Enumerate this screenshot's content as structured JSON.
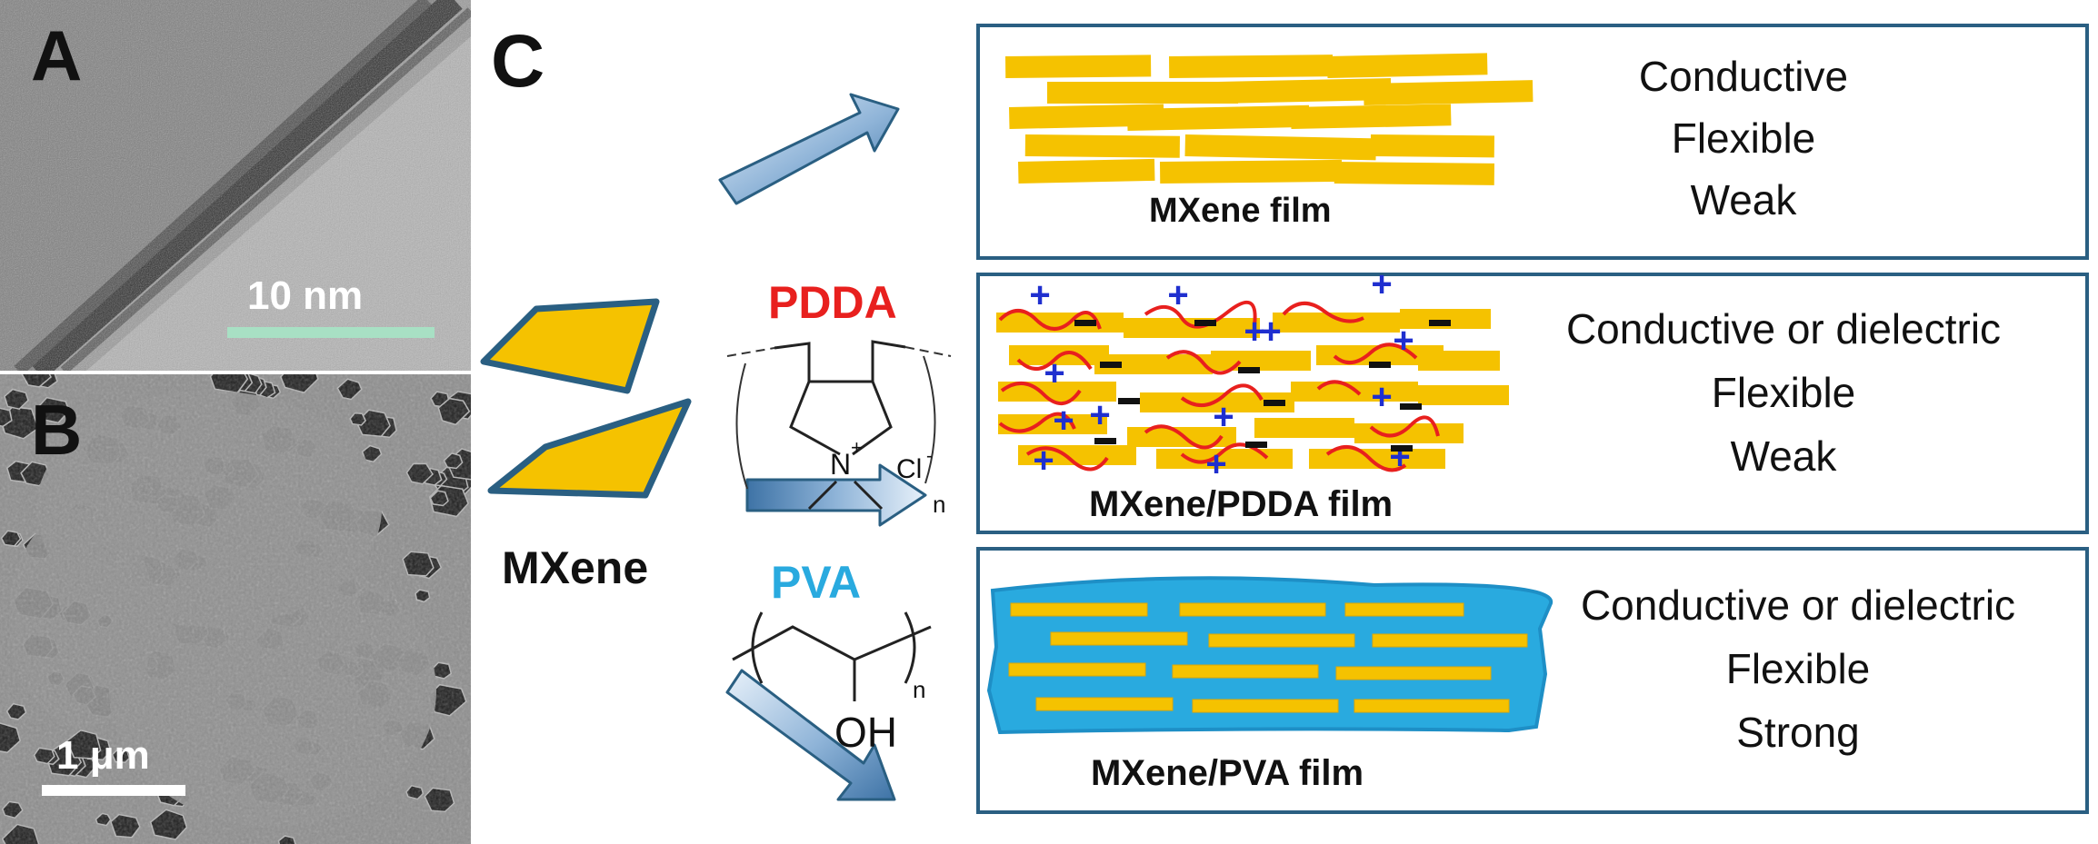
{
  "panels": {
    "a_label": "A",
    "a_scale": "10 nm",
    "b_label": "B",
    "b_scale": "1 μm",
    "c_label": "C"
  },
  "mxene_label": "MXene",
  "pdda": {
    "name": "PDDA",
    "nitrogen": "N",
    "charge": "+",
    "counterion": "Cl",
    "counterion_charge": "-",
    "subscript": "n"
  },
  "pva": {
    "name": "PVA",
    "hydroxyl": "OH",
    "subscript": "n"
  },
  "films": [
    {
      "name": "MXene film",
      "props": [
        "Conductive",
        "Flexible",
        "Weak"
      ]
    },
    {
      "name": "MXene/PDDA film",
      "props": [
        "Conductive or dielectric",
        "Flexible",
        "Weak"
      ]
    },
    {
      "name": "MXene/PVA film",
      "props": [
        "Conductive or dielectric",
        "Flexible",
        "Strong"
      ]
    }
  ],
  "colors": {
    "mxene_gold": "#F5C200",
    "border_blue": "#2A5F82",
    "pdda_red": "#E8201E",
    "pva_cyan": "#29AADF",
    "plus_blue": "#1F2FCF",
    "arrow_light": "#DDEBF7",
    "arrow_dark": "#4A7FAF",
    "scale_green": "#A8E0C4"
  },
  "icons": [
    "plus-charge-icon",
    "minus-charge-icon",
    "arrow-icon"
  ]
}
